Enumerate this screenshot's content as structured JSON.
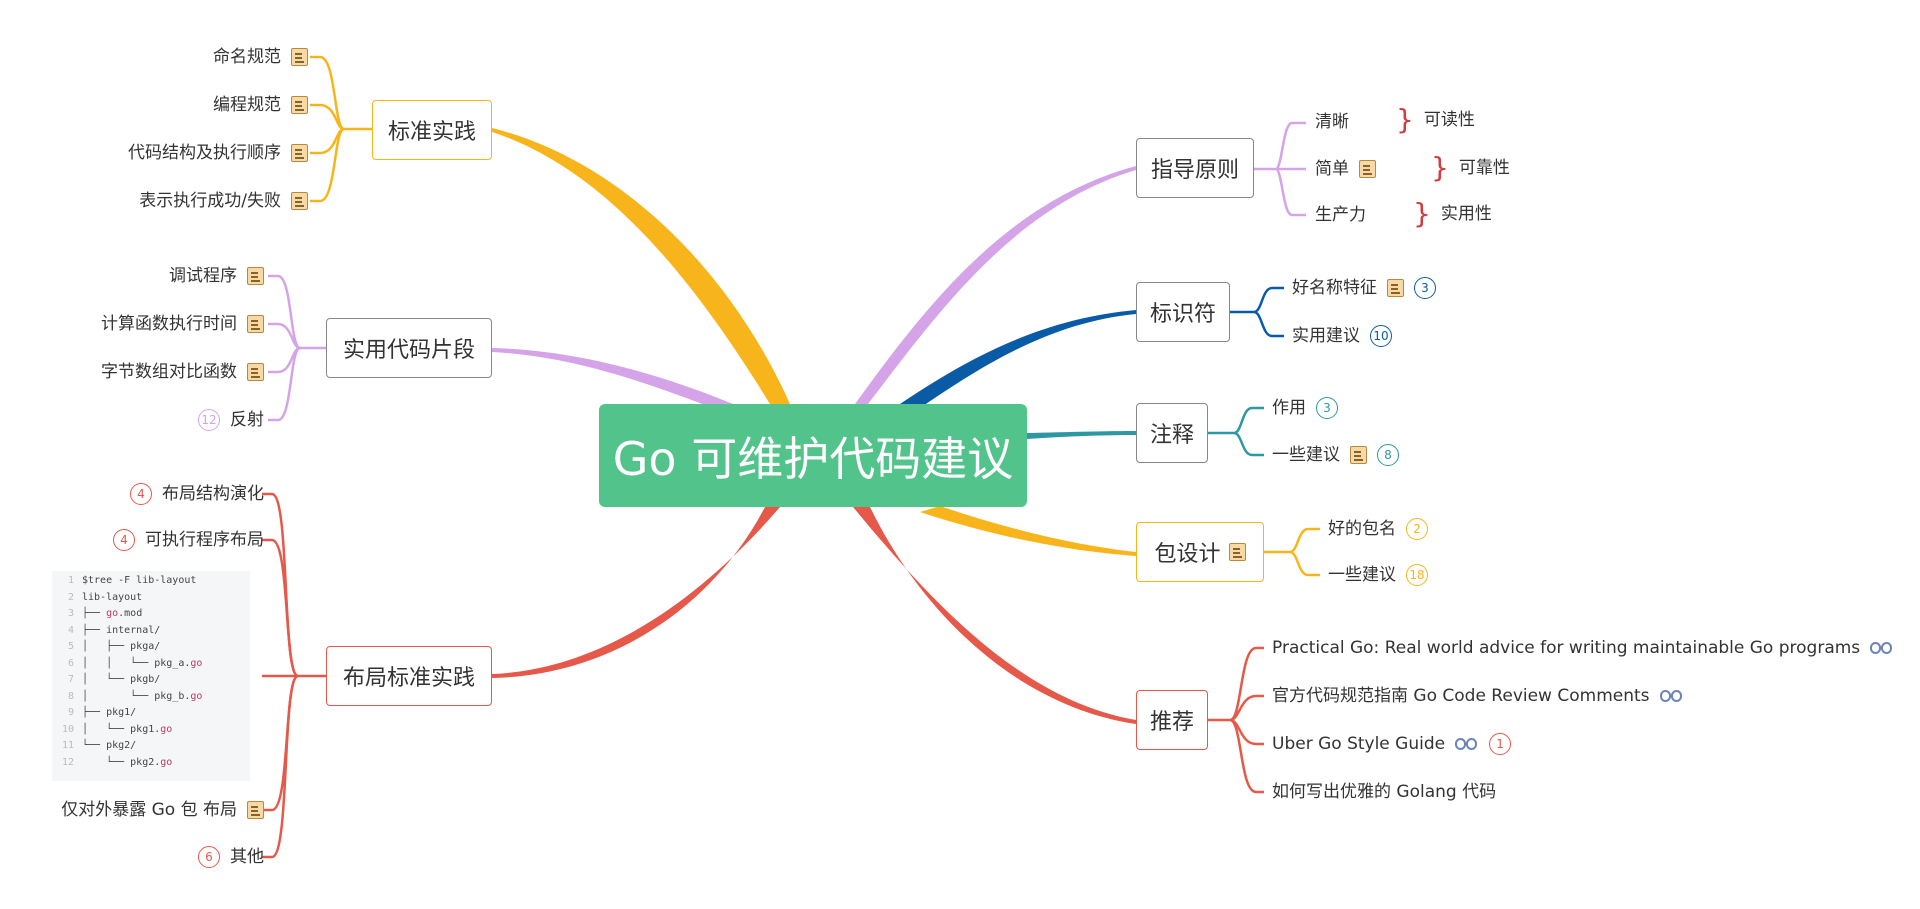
{
  "root": {
    "title": "Go 可维护代码建议",
    "color": "#52c48b"
  },
  "colors": {
    "guide": "#d4a3e8",
    "ident": "#0a5ba6",
    "comment": "#2d97a4",
    "package": "#f7b51b",
    "recommend": "#e6584a",
    "standard": "#f7b51b",
    "snippet": "#d4a3e8",
    "layout": "#e6584a"
  },
  "guide": {
    "title": "指导原则",
    "items": [
      {
        "label": "清晰",
        "result": "可读性"
      },
      {
        "label": "简单",
        "result": "可靠性"
      },
      {
        "label": "生产力",
        "result": "实用性"
      }
    ]
  },
  "ident": {
    "title": "标识符",
    "items": [
      {
        "label": "好名称特征",
        "badge": "3"
      },
      {
        "label": "实用建议",
        "badge": "10"
      }
    ]
  },
  "comment": {
    "title": "注释",
    "items": [
      {
        "label": "作用",
        "badge": "3"
      },
      {
        "label": "一些建议",
        "badge": "8"
      }
    ]
  },
  "package": {
    "title": "包设计",
    "items": [
      {
        "label": "好的包名",
        "badge": "2"
      },
      {
        "label": "一些建议",
        "badge": "18"
      }
    ]
  },
  "recommend": {
    "title": "推荐",
    "items": [
      {
        "label": "Practical Go: Real world advice for writing maintainable Go programs"
      },
      {
        "label": "官方代码规范指南 Go Code Review Comments"
      },
      {
        "label": "Uber Go Style Guide",
        "badge": "1"
      },
      {
        "label": "如何写出优雅的 Golang 代码"
      }
    ]
  },
  "standard": {
    "title": "标准实践",
    "items": [
      {
        "label": "命名规范"
      },
      {
        "label": "编程规范"
      },
      {
        "label": "代码结构及执行顺序"
      },
      {
        "label": "表示执行成功/失败"
      }
    ]
  },
  "snippet": {
    "title": "实用代码片段",
    "items": [
      {
        "label": "调试程序"
      },
      {
        "label": "计算函数执行时间"
      },
      {
        "label": "字节数组对比函数"
      },
      {
        "label": "反射",
        "badge": "12"
      }
    ]
  },
  "layout": {
    "title": "布局标准实践",
    "items": [
      {
        "label": "布局结构演化",
        "badge": "4"
      },
      {
        "label": "可执行程序布局",
        "badge": "4"
      },
      {
        "label": "仅对外暴露 Go 包 布局"
      },
      {
        "label": "其他",
        "badge": "6"
      }
    ],
    "code": [
      {
        "n": "1",
        "t": "$tree -F lib-layout"
      },
      {
        "n": "2",
        "t": "lib-layout"
      },
      {
        "n": "3",
        "t": "├── ",
        "g": "go",
        "s": ".mod"
      },
      {
        "n": "4",
        "t": "├── internal/"
      },
      {
        "n": "5",
        "t": "│   ├── pkga/"
      },
      {
        "n": "6",
        "t": "│   │   └── pkg_a.",
        "g": "go"
      },
      {
        "n": "7",
        "t": "│   └── pkgb/"
      },
      {
        "n": "8",
        "t": "│       └── pkg_b.",
        "g": "go"
      },
      {
        "n": "9",
        "t": "├── pkg1/"
      },
      {
        "n": "10",
        "t": "│   └── pkg1.",
        "g": "go"
      },
      {
        "n": "11",
        "t": "└── pkg2/"
      },
      {
        "n": "12",
        "t": "    └── pkg2.",
        "g": "go"
      }
    ]
  }
}
